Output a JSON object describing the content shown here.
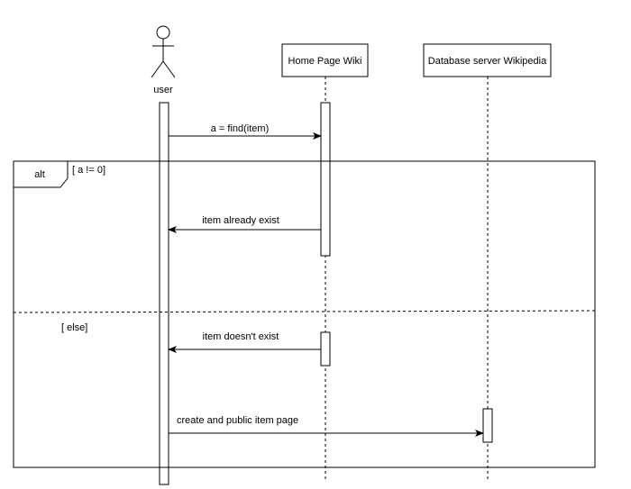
{
  "actors": {
    "user": {
      "label": "user"
    }
  },
  "lifelines": {
    "home": {
      "label": "Home Page Wiki"
    },
    "db": {
      "label": "Database server Wikipedia"
    }
  },
  "fragment": {
    "operator": "alt",
    "guard_1": "[ a != 0]",
    "guard_2": "[ else]"
  },
  "messages": [
    {
      "label": "a = find(item)"
    },
    {
      "label": "item already exist"
    },
    {
      "label": "item doesn't exist"
    },
    {
      "label": "create and public item page"
    }
  ]
}
